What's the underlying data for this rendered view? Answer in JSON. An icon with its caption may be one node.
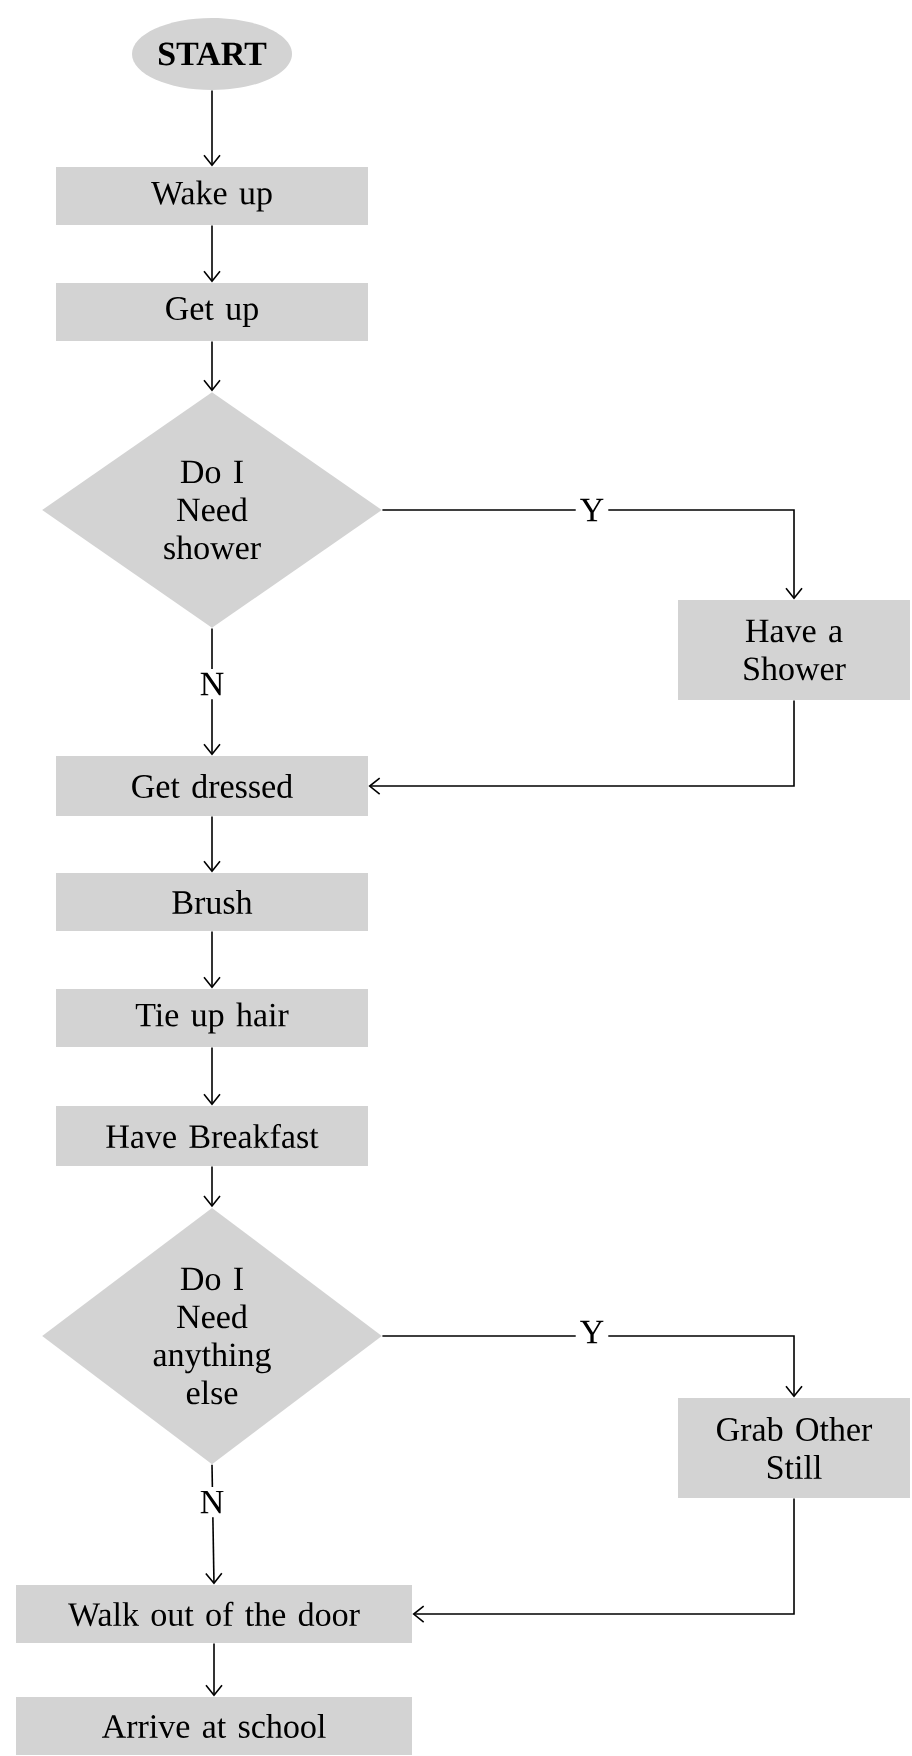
{
  "diagram": {
    "nodes": [
      {
        "text": [
          "START"
        ]
      },
      {
        "text": [
          "Wake up"
        ]
      },
      {
        "text": [
          "Get up"
        ]
      },
      {
        "text": [
          "Do I Need shower"
        ]
      },
      {
        "text": [
          "Have a Shower"
        ]
      },
      {
        "text": [
          "Get dressed"
        ]
      },
      {
        "text": [
          "Brush"
        ]
      },
      {
        "text": [
          "Tie up hair"
        ]
      },
      {
        "text": [
          "Have Breakfast"
        ]
      },
      {
        "text": [
          "Do I Need anything else"
        ]
      },
      {
        "text": [
          "Grab Other Still"
        ]
      },
      {
        "text": [
          "Walk out of the door"
        ]
      },
      {
        "text": [
          "Arrive at school"
        ]
      }
    ],
    "edges": [
      {
        "from": 0,
        "to": 1,
        "arrow": "to"
      },
      {
        "from": 1,
        "to": 2,
        "arrow": "to"
      },
      {
        "from": 2,
        "to": 3,
        "arrow": "to"
      },
      {
        "from": 3,
        "to": 4,
        "arrow": "to",
        "label": "Y"
      },
      {
        "from": 3,
        "to": 5,
        "arrow": "to",
        "label": "N"
      },
      {
        "from": 4,
        "to": 5,
        "arrow": "to"
      },
      {
        "from": 5,
        "to": 6,
        "arrow": "to"
      },
      {
        "from": 6,
        "to": 7,
        "arrow": "to"
      },
      {
        "from": 7,
        "to": 8,
        "arrow": "to"
      },
      {
        "from": 8,
        "to": 9,
        "arrow": "to"
      },
      {
        "from": 9,
        "to": 10,
        "arrow": "to",
        "label": "Y"
      },
      {
        "from": 9,
        "to": 11,
        "arrow": "to",
        "label": "N"
      },
      {
        "from": 10,
        "to": 11,
        "arrow": "to"
      },
      {
        "from": 11,
        "to": 12,
        "arrow": "to"
      }
    ]
  }
}
